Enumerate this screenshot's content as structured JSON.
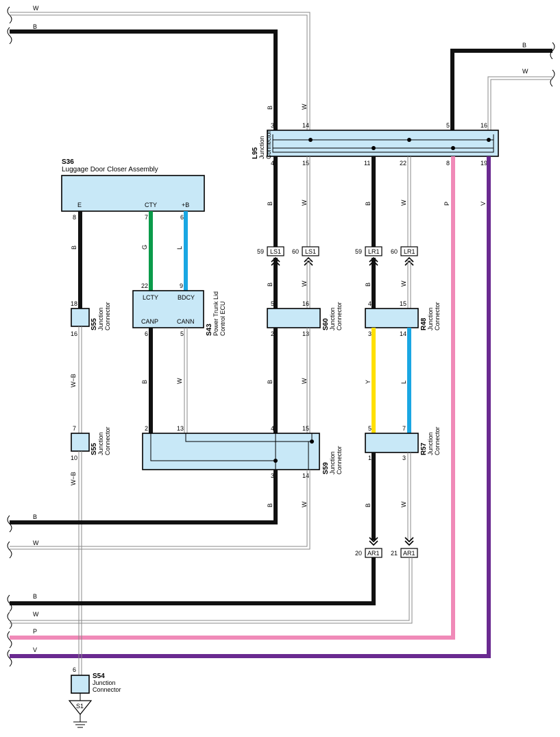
{
  "components": {
    "S36": {
      "id": "S36",
      "name": "Luggage Door Closer Assembly",
      "pins": {
        "E": "E",
        "CTY": "CTY",
        "B": "+B"
      },
      "pin_nums": [
        "8",
        "7",
        "6"
      ]
    },
    "S43": {
      "id": "S43",
      "name1": "Power Trunk Lid",
      "name2": "Control ECU",
      "pins": {
        "LCTY": "LCTY",
        "BDCY": "BDCY",
        "CANP": "CANP",
        "CANN": "CANN"
      },
      "pin_nums": [
        "22",
        "9",
        "6",
        "5"
      ]
    },
    "L95": {
      "id": "L95",
      "name1": "Junction",
      "name2": "Connector",
      "top_pins": [
        "3",
        "14",
        "5",
        "16"
      ],
      "bottom_pins": [
        "4",
        "15",
        "11",
        "22",
        "8",
        "19"
      ]
    },
    "S55a": {
      "id": "S55",
      "name1": "Junction",
      "name2": "Connector",
      "pins": [
        "18",
        "16"
      ]
    },
    "S55b": {
      "id": "S55",
      "name1": "Junction",
      "name2": "Connector",
      "pins": [
        "7",
        "10"
      ]
    },
    "S60": {
      "id": "S60",
      "name1": "Junction",
      "name2": "Connector",
      "pins": [
        "5",
        "16",
        "2",
        "13"
      ]
    },
    "R48": {
      "id": "R48",
      "name1": "Junction",
      "name2": "Connector",
      "pins": [
        "4",
        "15",
        "3",
        "14"
      ]
    },
    "S59": {
      "id": "S59",
      "name1": "Junction",
      "name2": "Connector",
      "pins": [
        "2",
        "13",
        "4",
        "15",
        "3",
        "14"
      ]
    },
    "R57": {
      "id": "R57",
      "name1": "Junction",
      "name2": "Connector",
      "pins": [
        "5",
        "7",
        "1",
        "3"
      ]
    },
    "S54": {
      "id": "S54",
      "name1": "Junction",
      "name2": "Connector",
      "pins": [
        "6"
      ]
    },
    "S1": {
      "id": "S1"
    }
  },
  "connectors": {
    "ls1a": {
      "num": "59",
      "label": "LS1"
    },
    "ls1b": {
      "num": "60",
      "label": "LS1"
    },
    "lr1a": {
      "num": "59",
      "label": "LR1"
    },
    "lr1b": {
      "num": "60",
      "label": "LR1"
    },
    "ar1a": {
      "num": "20",
      "label": "AR1"
    },
    "ar1b": {
      "num": "21",
      "label": "AR1"
    }
  },
  "wire_colors": {
    "W": "W",
    "B": "B",
    "G": "G",
    "L": "L",
    "Y": "Y",
    "P": "P",
    "V": "V",
    "WB": "W−B"
  },
  "colors": {
    "black": "#111111",
    "white_wire": "#888888",
    "green": "#0a9b4a",
    "blue": "#1aa7e3",
    "yellow": "#ffe000",
    "pink": "#f08ab8",
    "violet": "#6a2a90",
    "component_fill": "#c8e8f7"
  }
}
